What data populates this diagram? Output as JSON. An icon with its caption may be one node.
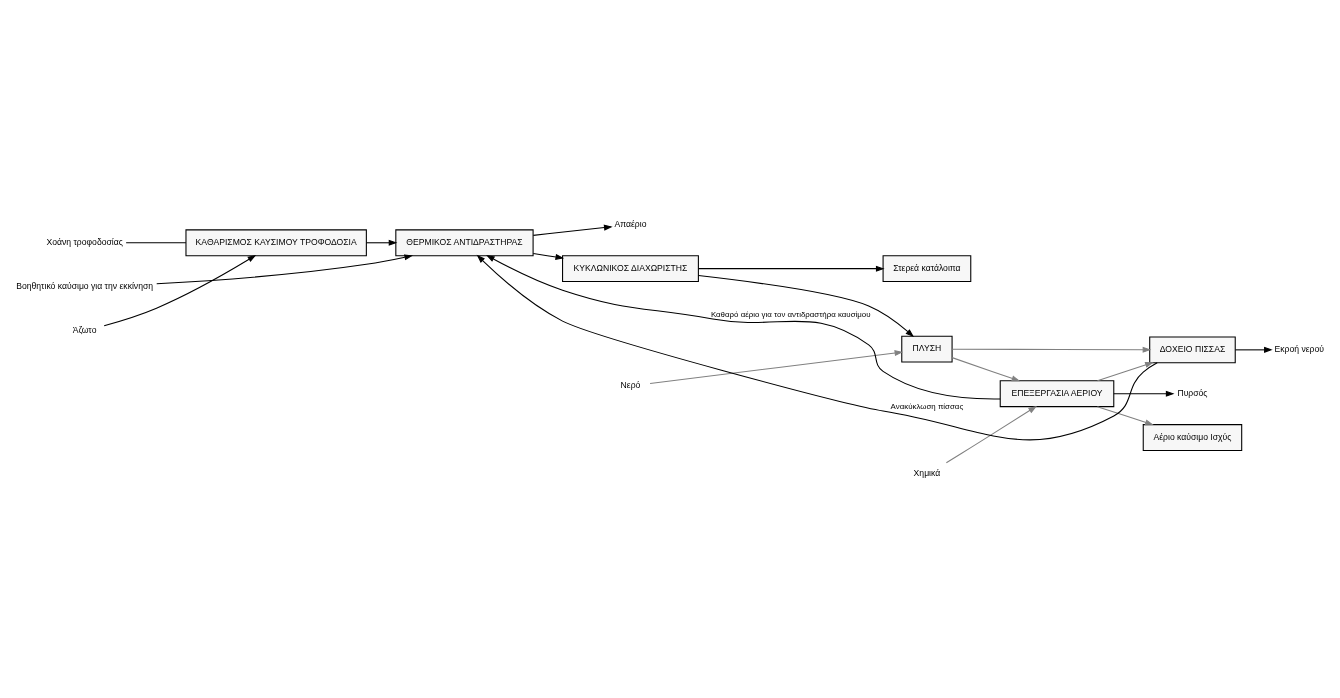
{
  "diagram": {
    "nodes": [
      {
        "text": [
          "Χοάνη τροφοδοσίας"
        ]
      },
      {
        "text": [
          "ΚΑΘΑΡΙΣΜΟΣ ΚΑΥΣΙΜΟΥ ΤΡΟΦΟΔΟΣΙΑ"
        ]
      },
      {
        "text": [
          "Άζωτο"
        ]
      },
      {
        "text": [
          "ΘΕΡΜΙΚΟΣ ΑΝΤΙΔΡΑΣΤΗΡΑΣ"
        ]
      },
      {
        "text": [
          "Απαέριο"
        ]
      },
      {
        "text": [
          "ΚΥΚΛΩΝΙΚΟΣ ΔΙΑΧΩΡΙΣΤΗΣ"
        ]
      },
      {
        "text": [
          "Νερό"
        ]
      },
      {
        "text": [
          "ΠΛΥΣΗ"
        ]
      },
      {
        "text": [
          "Χημικά"
        ]
      },
      {
        "text": [
          "ΕΠΕΞΕΡΓΑΣΙΑ ΑΕΡΙΟΥ"
        ]
      },
      {
        "text": [
          "Πυρσός"
        ]
      },
      {
        "text": [
          "Αέριο καύσιμο Ισχύς"
        ]
      },
      {
        "text": [
          "Στερεά κατάλοιπα"
        ]
      },
      {
        "text": [
          "ΔΟΧΕΙΟ ΠΙΣΣΑΣ"
        ]
      },
      {
        "text": [
          "Εκροή νερού"
        ]
      },
      {
        "text": [
          "Βοηθητικό καύσιμο για την εκκίνηση"
        ]
      }
    ],
    "edges": [
      {
        "from": 0,
        "to": 1,
        "arrow": "none"
      },
      {
        "from": 2,
        "to": 1,
        "arrow": "to"
      },
      {
        "from": 1,
        "to": 3,
        "arrow": "to"
      },
      {
        "from": 3,
        "to": 4,
        "arrow": "to"
      },
      {
        "from": 3,
        "to": 5,
        "arrow": "to"
      },
      {
        "from": 5,
        "to": 7,
        "arrow": "to"
      },
      {
        "from": 5,
        "to": 12,
        "arrow": "to"
      },
      {
        "from": 6,
        "to": 7,
        "arrow": "to",
        "color": "#808080"
      },
      {
        "from": 7,
        "to": 9,
        "arrow": "to",
        "color": "#808080"
      },
      {
        "from": 8,
        "to": 9,
        "arrow": "to",
        "color": "#808080"
      },
      {
        "from": 7,
        "to": 13,
        "arrow": "to",
        "color": "#808080"
      },
      {
        "from": 9,
        "to": 13,
        "arrow": "to",
        "color": "#808080"
      },
      {
        "from": 9,
        "to": 11,
        "arrow": "to",
        "color": "#808080"
      },
      {
        "from": 9,
        "to": 10,
        "arrow": "to"
      },
      {
        "from": 9,
        "to": 3,
        "arrow": "to",
        "label": "Καθαρό αέριο για τον αντιδραστήρα καυσίμου"
      },
      {
        "from": 15,
        "to": 3,
        "arrow": "to"
      },
      {
        "from": 13,
        "to": 3,
        "arrow": "to",
        "label": "Ανακύκλωση πίσσας"
      },
      {
        "from": 13,
        "to": 14,
        "arrow": "to"
      }
    ]
  }
}
